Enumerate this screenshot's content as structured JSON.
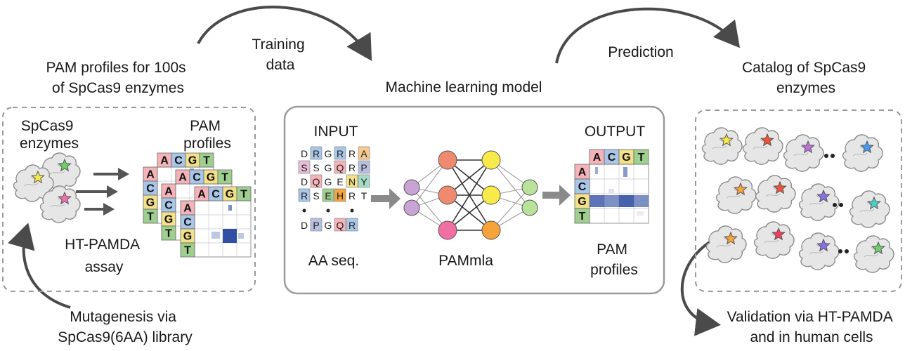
{
  "left_header": [
    "PAM profiles for 100s",
    "of SpCas9 enzymes"
  ],
  "left_box": {
    "enzymes_label": [
      "SpCas9",
      "enzymes"
    ],
    "profiles_label": [
      "PAM",
      "profiles"
    ],
    "assay_label": [
      "HT-PAMDA",
      "assay"
    ]
  },
  "mutagenesis_label": [
    "Mutagenesis via",
    "SpCas9(6AA) library"
  ],
  "training_label": [
    "Training",
    "data"
  ],
  "center_title": "Machine learning model",
  "center_box": {
    "input_label": "INPUT",
    "output_label": "OUTPUT",
    "aa_caption": "AA seq.",
    "model_caption": "PAMmla",
    "output_caption": [
      "PAM",
      "profiles"
    ],
    "aa_grid": [
      [
        "D",
        "R",
        "G",
        "R",
        "R",
        "A"
      ],
      [
        "S",
        "S",
        "G",
        "Q",
        "R",
        "P"
      ],
      [
        "D",
        "Q",
        "G",
        "E",
        "N",
        "Y"
      ],
      [
        "R",
        "S",
        "E",
        "H",
        "R",
        "T"
      ]
    ],
    "aa_last_row": [
      "D",
      "P",
      "G",
      "Q",
      "R"
    ]
  },
  "prediction_label": "Prediction",
  "right_header": [
    "Catalog of SpCas9",
    "enzymes"
  ],
  "validation_label": [
    "Validation via HT-PAMDA",
    "and in human cells"
  ],
  "nucleotides": [
    "A",
    "C",
    "G",
    "T"
  ],
  "colors": {
    "A": "#f4b3b8",
    "C": "#a9c6e8",
    "G": "#f2e08a",
    "T": "#9fcf8f",
    "heat": "#2746a0",
    "node_red": "#f08a6f",
    "node_yellow": "#f7ea4a",
    "node_orange": "#f6a43a",
    "node_pink": "#f26fa2",
    "node_green": "#b9e39a",
    "node_purple": "#c9a2d6",
    "box_border": "#9a9a9a"
  }
}
